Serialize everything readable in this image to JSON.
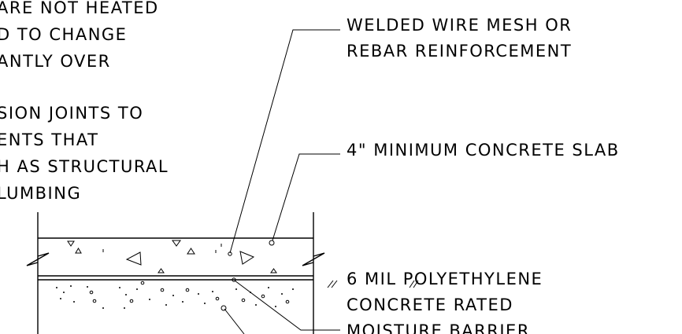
{
  "notes": {
    "heating": [
      "ARE NOT HEATED",
      "D TO CHANGE",
      "ANTLY OVER"
    ],
    "joints": [
      "SION JOINTS TO",
      "ENTS THAT",
      "H AS STRUCTURAL",
      "LUMBING"
    ]
  },
  "callouts": {
    "mesh": [
      "WELDED WIRE MESH OR",
      "REBAR REINFORCEMENT"
    ],
    "slab": "4\" MINIMUM CONCRETE SLAB",
    "barrier": [
      "6 MIL POLYETHYLENE",
      "CONCRETE RATED",
      "MOISTURE BARRIER"
    ]
  }
}
